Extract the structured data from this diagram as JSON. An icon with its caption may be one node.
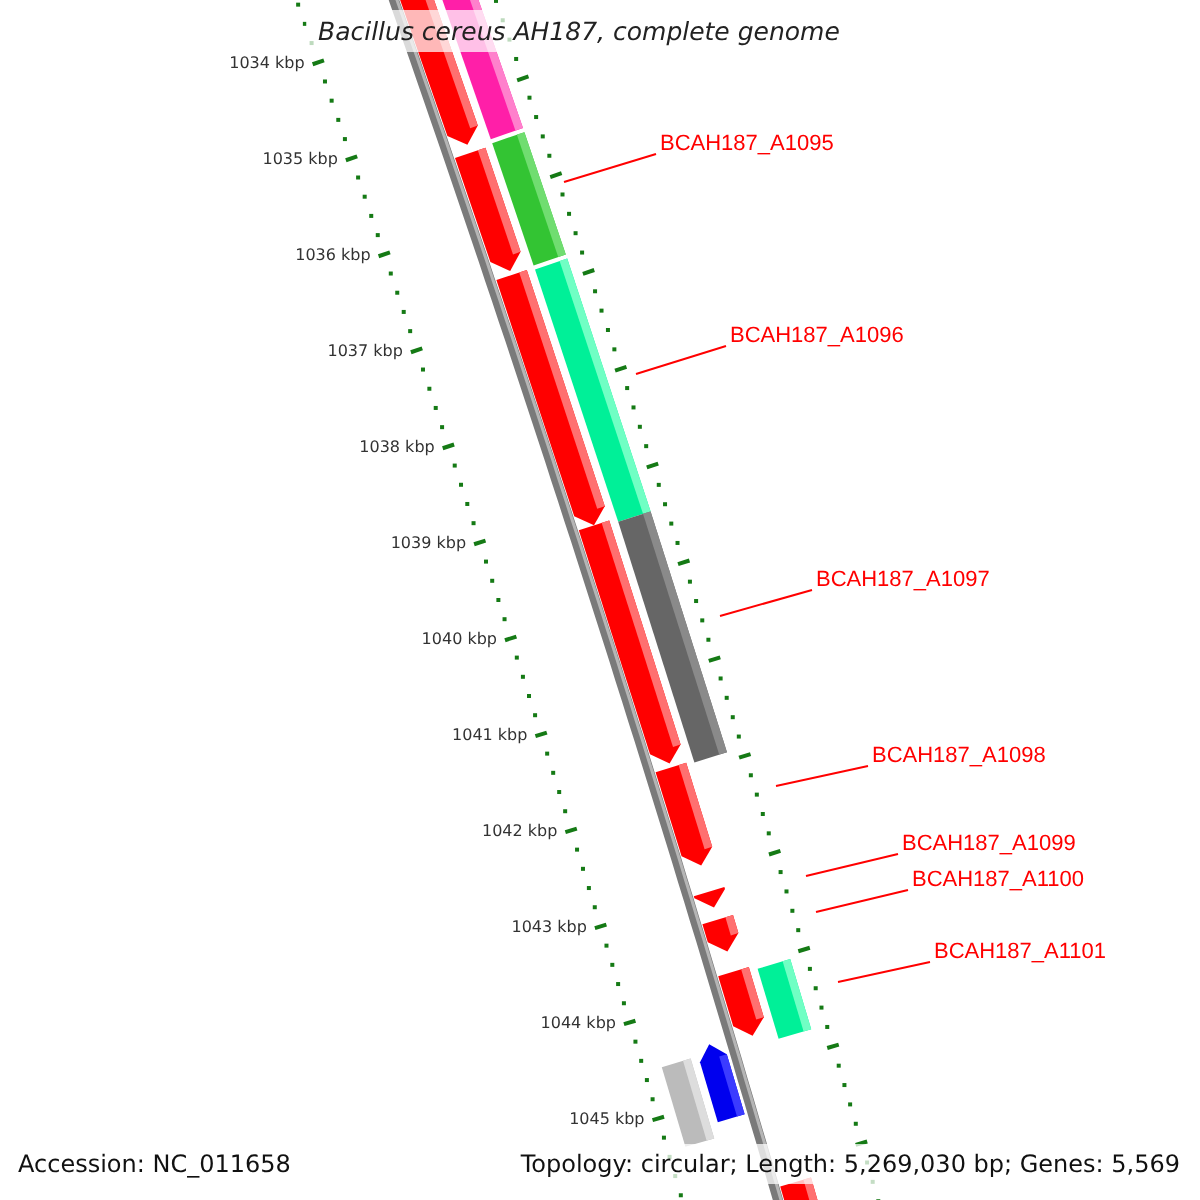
{
  "diagram": {
    "title": "Bacillus cereus AH187, complete genome",
    "nodes": [
      {
        "text": [
          "BCAH187_A1095"
        ]
      },
      {
        "text": [
          "BCAH187_A1096"
        ]
      },
      {
        "text": [
          "BCAH187_A1097"
        ]
      },
      {
        "text": [
          "BCAH187_A1098"
        ]
      },
      {
        "text": [
          "BCAH187_A1099"
        ]
      },
      {
        "text": [
          "BCAH187_A1100"
        ]
      },
      {
        "text": [
          "BCAH187_A1101"
        ]
      }
    ],
    "edges": [
      {
        "from": 0,
        "to": null,
        "arrow": "none"
      },
      {
        "from": 1,
        "to": null,
        "arrow": "none"
      },
      {
        "from": 2,
        "to": null,
        "arrow": "none"
      },
      {
        "from": 3,
        "to": null,
        "arrow": "none"
      },
      {
        "from": 4,
        "to": null,
        "arrow": "none"
      },
      {
        "from": 5,
        "to": null,
        "arrow": "none"
      },
      {
        "from": 6,
        "to": null,
        "arrow": "none"
      }
    ],
    "labels": [
      "1034 kbp",
      "1035 kbp",
      "1036 kbp",
      "1037 kbp",
      "1038 kbp",
      "1039 kbp",
      "1040 kbp",
      "1041 kbp",
      "1042 kbp",
      "1043 kbp",
      "1044 kbp",
      "1045 kbp",
      "Accession: NC_011658",
      "Topology: circular; Length: 5,269,030 bp; Genes: 5,569"
    ]
  }
}
